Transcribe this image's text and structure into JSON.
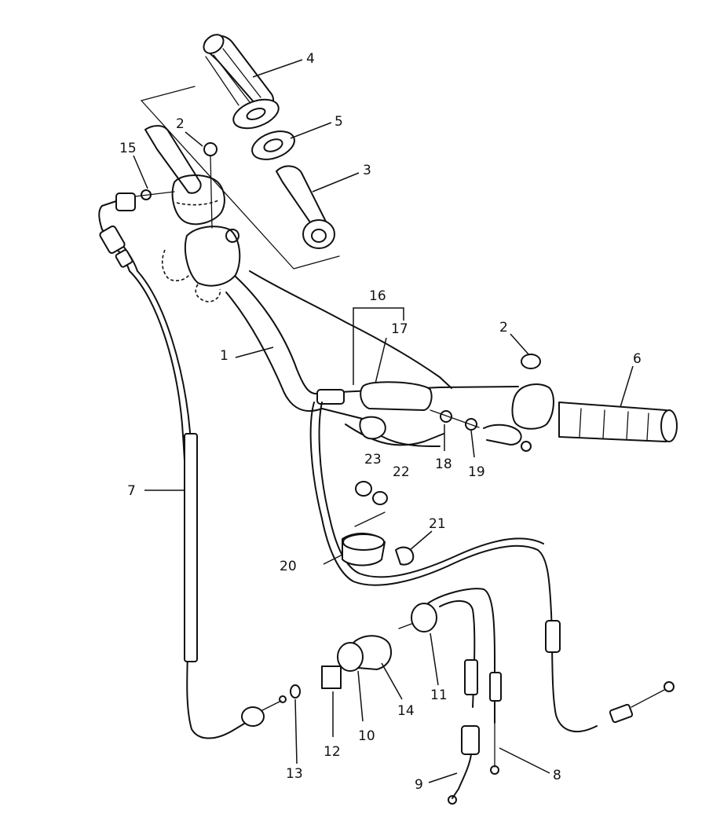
{
  "diagram": {
    "callouts": [
      {
        "id": "1",
        "text": "1"
      },
      {
        "id": "2a",
        "text": "2"
      },
      {
        "id": "2b",
        "text": "2"
      },
      {
        "id": "3",
        "text": "3"
      },
      {
        "id": "4",
        "text": "4"
      },
      {
        "id": "5",
        "text": "5"
      },
      {
        "id": "6",
        "text": "6"
      },
      {
        "id": "7",
        "text": "7"
      },
      {
        "id": "8",
        "text": "8"
      },
      {
        "id": "9",
        "text": "9"
      },
      {
        "id": "10",
        "text": "10"
      },
      {
        "id": "11",
        "text": "11"
      },
      {
        "id": "12",
        "text": "12"
      },
      {
        "id": "13",
        "text": "13"
      },
      {
        "id": "14",
        "text": "14"
      },
      {
        "id": "15",
        "text": "15"
      },
      {
        "id": "16",
        "text": "16"
      },
      {
        "id": "17",
        "text": "17"
      },
      {
        "id": "18",
        "text": "18"
      },
      {
        "id": "19",
        "text": "19"
      },
      {
        "id": "20",
        "text": "20"
      },
      {
        "id": "21",
        "text": "21"
      },
      {
        "id": "22",
        "text": "22"
      },
      {
        "id": "23",
        "text": "23"
      }
    ]
  }
}
